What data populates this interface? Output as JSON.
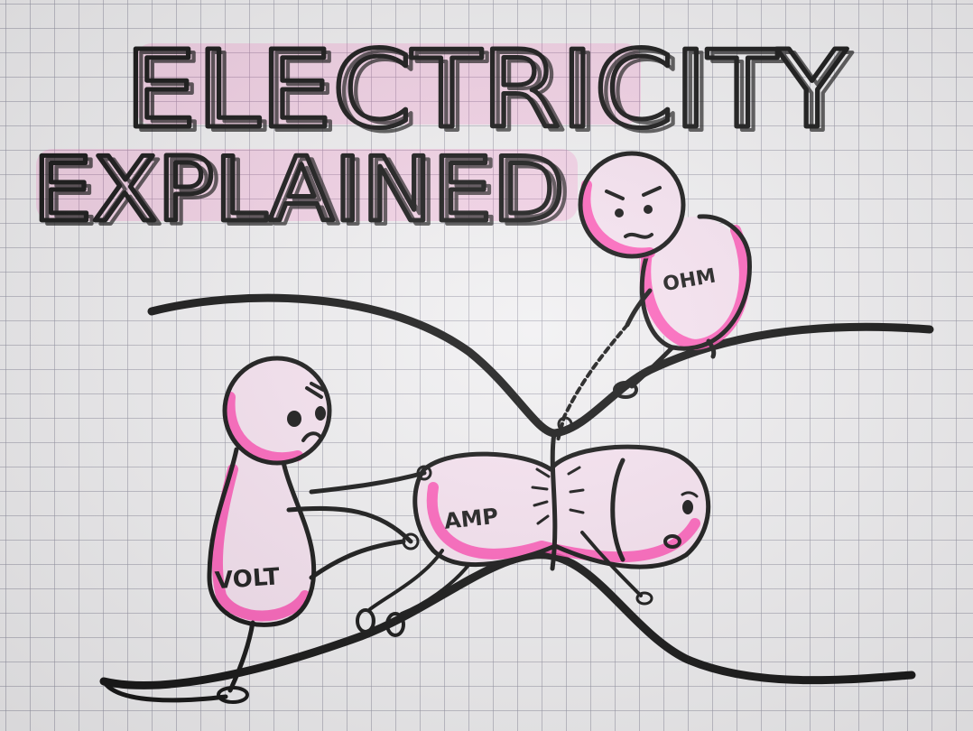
{
  "title": {
    "line1": "ELECTRICITY",
    "line2": "EXPLAINED"
  },
  "characters": {
    "volt": "VOLT",
    "amp": "AMP",
    "ohm": "OHM"
  },
  "colors": {
    "ink": "#141414",
    "highlight_pink": "#ff4fb4",
    "body_fill": "#f7e3f1",
    "paper": "#f1f0f2",
    "grid": "#9696a5"
  }
}
